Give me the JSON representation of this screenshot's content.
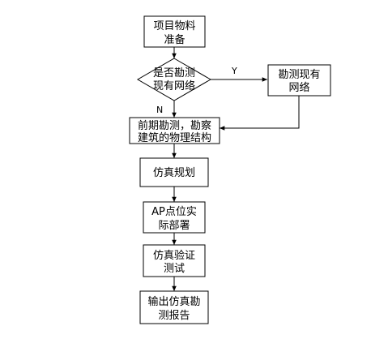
{
  "diagram": {
    "nodes": {
      "prep": {
        "line1": "项目物料",
        "line2": "准备"
      },
      "decision": {
        "line1": "是否勘测",
        "line2": "现有网络"
      },
      "survey_existing": {
        "line1": "勘测现有",
        "line2": "网络"
      },
      "pre_survey": {
        "line1": "前期勘测，勘察",
        "line2": "建筑的物理结构"
      },
      "sim_plan": {
        "line1": "仿真规划"
      },
      "ap_deploy": {
        "line1": "AP点位实",
        "line2": "际部署"
      },
      "sim_verify": {
        "line1": "仿真验证",
        "line2": "测试"
      },
      "report": {
        "line1": "输出仿真勘",
        "line2": "测报告"
      }
    },
    "edge_labels": {
      "yes": "Y",
      "no": "N"
    }
  }
}
